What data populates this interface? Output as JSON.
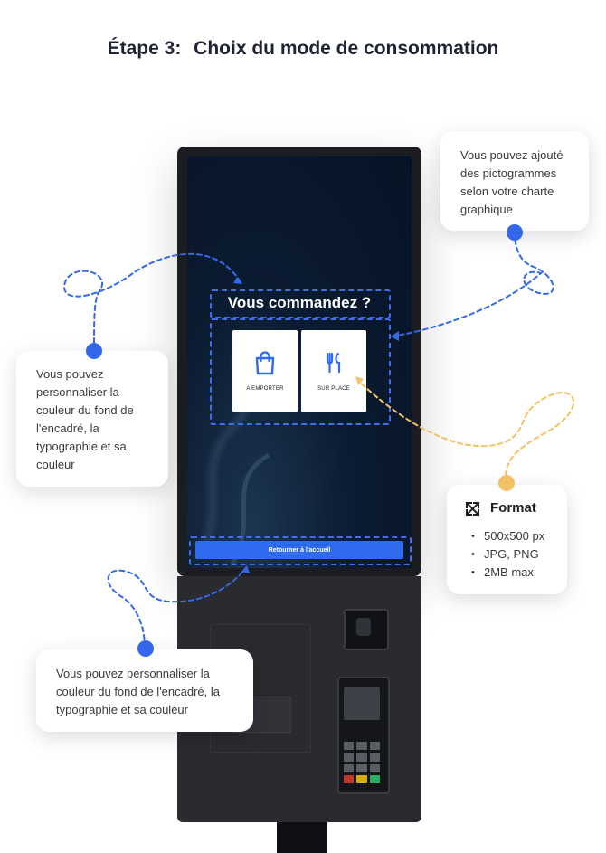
{
  "header": {
    "step": "Étape 3:",
    "title": "Choix du mode de consommation"
  },
  "kiosk_screen": {
    "heading": "Vous commandez ?",
    "options": [
      {
        "label": "A EMPORTER",
        "icon": "shopping-bag-icon"
      },
      {
        "label": "SUR PLACE",
        "icon": "fork-knife-icon"
      }
    ],
    "return_button": "Retourner à l'accueil"
  },
  "callouts": {
    "pictos": "Vous pouvez ajouté\ndes pictogrammes\nselon votre charte\ngraphique",
    "background": "Vous pouvez\npersonnaliser la\ncouleur du fond de\nl'encadré, la\ntypographie et sa\ncouleur",
    "bottom": "Vous pouvez personnaliser la\ncouleur du fond de l'encadré, la\ntypographie et sa couleur",
    "format": {
      "title": "Format",
      "icon": "expand-arrows-icon",
      "items": [
        "500x500 px",
        "JPG, PNG",
        "2MB max"
      ]
    }
  },
  "colors": {
    "accent_blue": "#3567ea",
    "accent_yellow": "#f2c366",
    "button_blue": "#2f6bf0",
    "screen_dark": "#0b1b31"
  }
}
